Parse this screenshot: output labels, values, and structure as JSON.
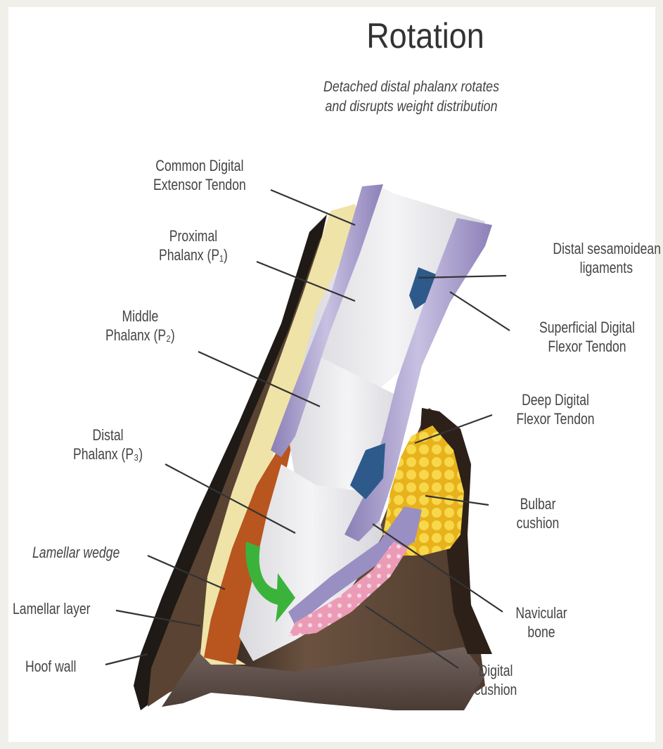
{
  "title": "Rotation",
  "subtitle": [
    "Detached distal phalanx rotates",
    "and disrupts weight distribution"
  ],
  "labels": {
    "common_digital_extensor_tendon": [
      "Common Digital",
      "Extensor Tendon"
    ],
    "proximal_phalanx": [
      "Proximal",
      "Phalanx  (P₁)"
    ],
    "middle_phalanx": [
      "Middle",
      "Phalanx (P₂)"
    ],
    "distal_phalanx": [
      "Distal",
      "Phalanx (P₃)"
    ],
    "lamellar_wedge": "Lamellar wedge",
    "lamellar_layer": "Lamellar layer",
    "hoof_wall": "Hoof wall",
    "distal_sesamoidean_ligaments": [
      "Distal sesamoidean",
      "ligaments"
    ],
    "superficial_digital_flexor_tendon": [
      "Superficial Digital",
      "Flexor Tendon"
    ],
    "deep_digital_flexor_tendon": [
      "Deep Digital",
      "Flexor Tendon"
    ],
    "bulbar_cushion": [
      "Bulbar",
      "cushion"
    ],
    "navicular_bone": [
      "Navicular",
      "bone"
    ],
    "digital_cushion": [
      "Digital",
      "cushion"
    ]
  },
  "colors": {
    "hoof_wall": "#5a4332",
    "hoof_dark": "#1f1a16",
    "lamellar_wedge": "#b9551f",
    "lamellar_layer": "#efe3a8",
    "bone": "#e6e6ea",
    "tendon": "#a59ac7",
    "ligament_blue": "#2d5a8a",
    "bulbar_cushion": "#f2c62a",
    "digital_cushion": "#f0a8c0",
    "rotation_arrow": "#3bb33b"
  }
}
